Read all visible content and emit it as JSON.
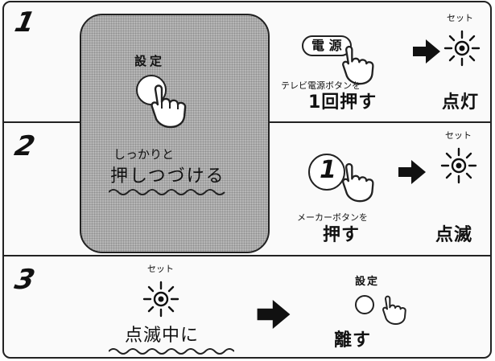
{
  "steps": [
    {
      "number": "1",
      "panel_label": "設定",
      "instruction_small": "テレビ電源ボタンを",
      "instruction_big": "1回押す",
      "button_label": "電 源",
      "led_label": "セット",
      "result": "点灯"
    },
    {
      "number": "2",
      "panel_text_small": "しっかりと",
      "panel_text_big": "押しつづける",
      "instruction_small": "メーカーボタンを",
      "instruction_big": "押す",
      "button_label": "1",
      "led_label": "セット",
      "result": "点滅"
    },
    {
      "number": "3",
      "led_label": "セット",
      "left_caption": "点滅中に",
      "button_label": "設定",
      "action": "離す"
    }
  ],
  "icons": [
    "hand-press-icon",
    "arrow-right-icon",
    "led-light-icon"
  ]
}
